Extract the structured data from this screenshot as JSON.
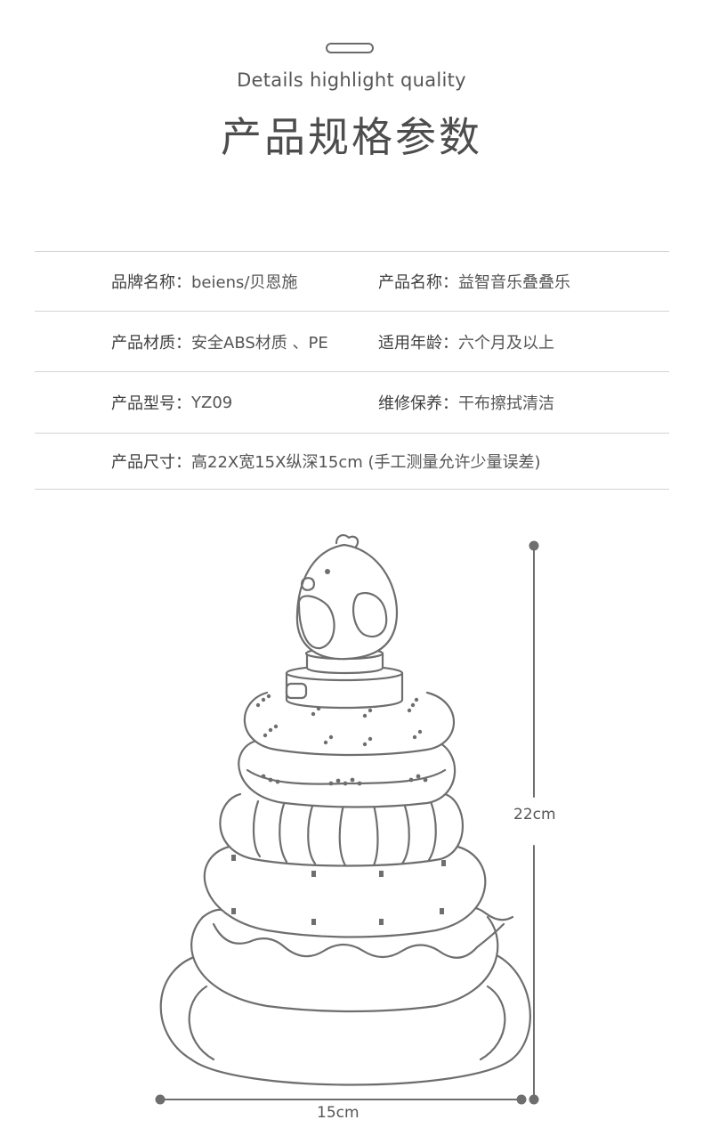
{
  "header": {
    "subtitle": "Details highlight quality",
    "title": "产品规格参数"
  },
  "specs": [
    [
      {
        "key": "品牌名称：",
        "value": "beiens/贝恩施"
      },
      {
        "key": "产品名称：",
        "value": "益智音乐叠叠乐"
      }
    ],
    [
      {
        "key": "产品材质：",
        "value": "安全ABS材质 、PE"
      },
      {
        "key": "适用年龄：",
        "value": "六个月及以上"
      }
    ],
    [
      {
        "key": "产品型号：",
        "value": "YZ09"
      },
      {
        "key": "维修保养：",
        "value": "干布擦拭清洁"
      }
    ],
    [
      {
        "key": "产品尺寸：",
        "value": "高22X宽15X纵深15cm (手工测量允许少量误差)"
      }
    ]
  ],
  "dimensions": {
    "height_label": "22cm",
    "width_label": "15cm"
  },
  "colors": {
    "line": "#6e6e6e",
    "divider": "#d4d4d4",
    "text": "#4a4a4a"
  }
}
